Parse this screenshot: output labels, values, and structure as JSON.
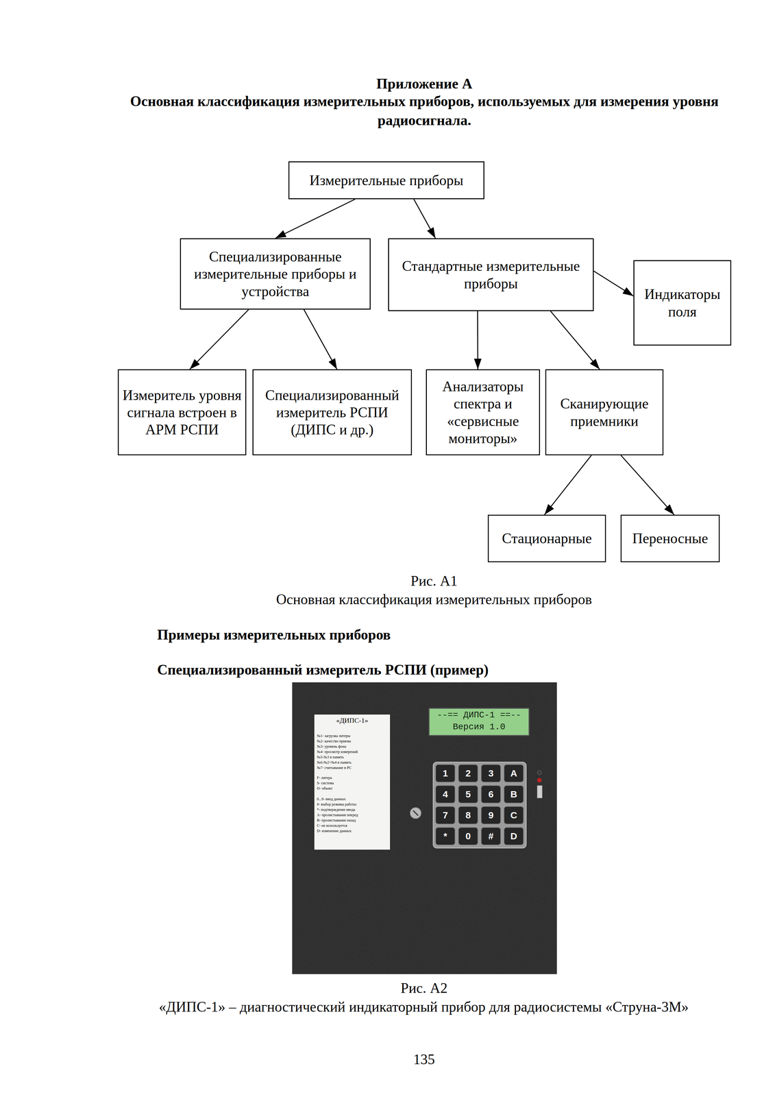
{
  "diagram": {
    "title": "Основная классификация измерительных приборов, используемых для измерения уровня радиосигнала.",
    "caption": "Основная классификация измерительных приборов",
    "nodes": [
      {
        "text": [
          "Измерительные приборы"
        ]
      },
      {
        "text": [
          "Специализированные измерительные приборы и устройства"
        ]
      },
      {
        "text": [
          "Стандартные измерительные приборы"
        ]
      },
      {
        "text": [
          "Индикаторы поля"
        ]
      },
      {
        "text": [
          "Измеритель уровня сигнала встроен в АРМ РСПИ"
        ]
      },
      {
        "text": [
          "Специализированный измеритель РСПИ (ДИПС и др.)"
        ]
      },
      {
        "text": [
          "Анализаторы спектра и «сервисные мониторы»"
        ]
      },
      {
        "text": [
          "Сканирующие приемники"
        ]
      },
      {
        "text": [
          "Стационарные"
        ]
      },
      {
        "text": [
          "Переносные"
        ]
      }
    ],
    "edges": [
      {
        "from": 0,
        "to": 1,
        "arrow": "to"
      },
      {
        "from": 0,
        "to": 2,
        "arrow": "to"
      },
      {
        "from": 2,
        "to": 3,
        "arrow": "to"
      },
      {
        "from": 1,
        "to": 4,
        "arrow": "to"
      },
      {
        "from": 1,
        "to": 5,
        "arrow": "to"
      },
      {
        "from": 2,
        "to": 6,
        "arrow": "to"
      },
      {
        "from": 2,
        "to": 7,
        "arrow": "to"
      },
      {
        "from": 7,
        "to": 8,
        "arrow": "to"
      },
      {
        "from": 7,
        "to": 9,
        "arrow": "to"
      }
    ],
    "labels": [
      "Приложение А",
      "Рис. А1",
      "Примеры измерительных приборов",
      "Специализированный измеритель РСПИ (пример)",
      "«ДИПС-1»",
      "№1- загрузка литеры",
      "№2- качество приема",
      "№3- уровень фона",
      "№4- просмотр измерений",
      "№5-№3 в память",
      "№6-№2+№4 в память",
      "№7- считывание в PC",
      "F- литера",
      "S- система",
      "O- объект",
      "0...9- ввод данных",
      "#- выбор режима работы",
      "*- подтверждение ввода",
      "A- пролистывание вперед",
      "B- пролистывание назад",
      "C- не используется",
      "D- изменение данных",
      "--== ДИПС-1 ==--",
      "Версия 1.0",
      "1",
      "2",
      "3",
      "A",
      "4",
      "5",
      "6",
      "B",
      "7",
      "8",
      "9",
      "C",
      "*",
      "0",
      "#",
      "D",
      "Рис. А2",
      "«ДИПС-1» – диагностический индикаторный прибор для радиосистемы «Струна-3М»",
      "135"
    ]
  }
}
